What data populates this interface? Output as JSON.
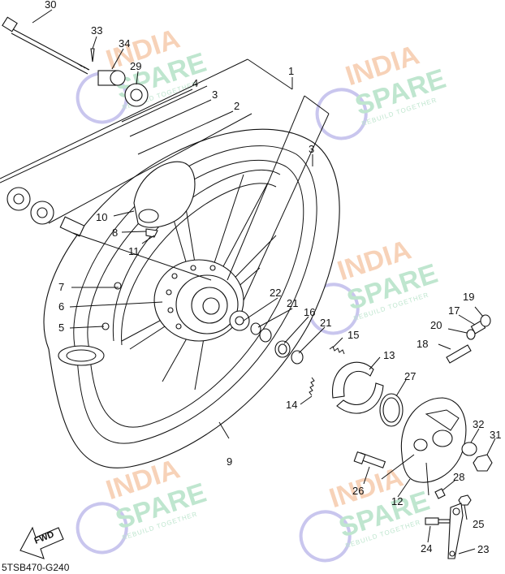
{
  "diagram": {
    "code": "5TSB470-G240",
    "direction_label": "FWD",
    "watermark": {
      "line1": "INDIA",
      "line2": "SPARE",
      "tagline": "REBUILD TOGETHER"
    },
    "callouts": [
      "1",
      "2",
      "3",
      "3",
      "4",
      "5",
      "6",
      "7",
      "8",
      "9",
      "10",
      "11",
      "12",
      "13",
      "14",
      "15",
      "16",
      "17",
      "18",
      "19",
      "20",
      "21",
      "21",
      "22",
      "23",
      "24",
      "25",
      "26",
      "27",
      "28",
      "29",
      "30",
      "31",
      "32",
      "33",
      "34"
    ],
    "colors": {
      "line": "#111111",
      "watermark_orange": "#f7d2b8",
      "watermark_green": "#bfe6cf",
      "watermark_blue": "#c9c6ee"
    }
  }
}
